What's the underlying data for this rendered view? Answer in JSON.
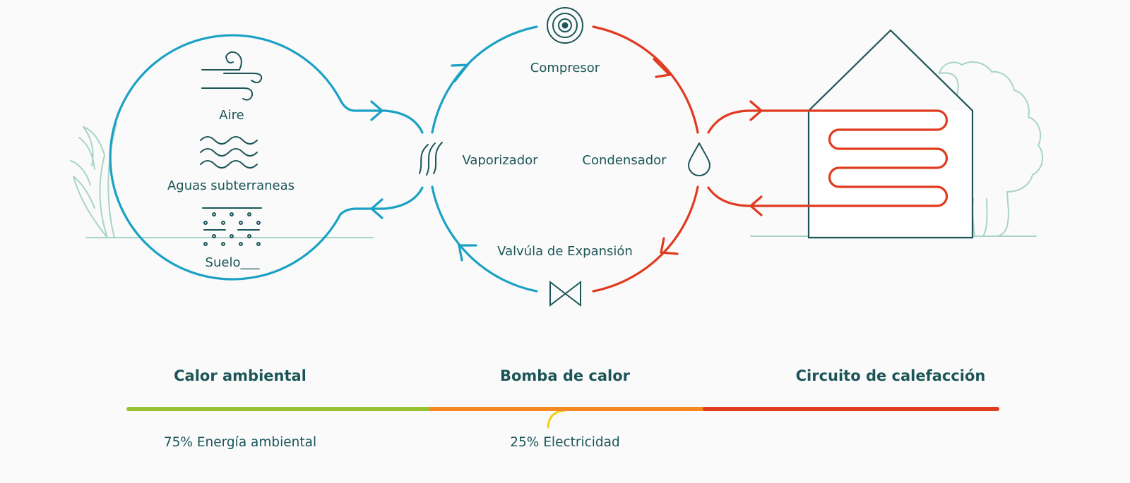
{
  "sources": {
    "air": "Aire",
    "groundwater": "Aguas subterraneas",
    "ground": "Suelo___"
  },
  "heat_pump": {
    "compressor": "Compresor",
    "evaporator": "Vaporizador",
    "condenser": "Condensador",
    "expansion_valve": "Valvúla de Expansión"
  },
  "sections": {
    "ambient": "Calor ambiental",
    "pump": "Bomba de calor",
    "heating": "Circuito de calefacción"
  },
  "energy_bar": {
    "ambient_label": "75% Energía ambiental",
    "electricity_label": "25% Electricidad"
  },
  "colors": {
    "text": "#1c5558",
    "cold": "#1ba1c4",
    "hot": "#e03a1f",
    "ambient_energy": "#9ac131",
    "electricity": "#f4cf1c",
    "mixed_energy": "#f5881f",
    "vegetation": "#a8d4c6"
  },
  "icons": {
    "air": "wind-icon",
    "groundwater": "waves-icon",
    "ground": "soil-icon",
    "compressor": "compressor-icon",
    "evaporator": "heat-waves-icon",
    "condenser": "droplet-icon",
    "expansion_valve": "valve-icon"
  }
}
